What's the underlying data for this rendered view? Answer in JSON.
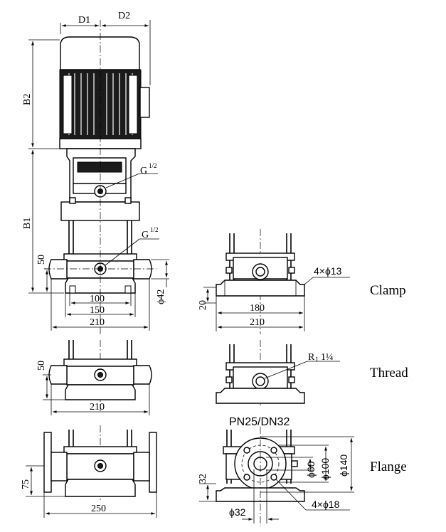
{
  "dimensions": {
    "d1": "D1",
    "d2": "D2",
    "b2": "B2",
    "b1": "B1",
    "g_upper": "G",
    "g_upper_frac": "1/2",
    "g_lower": "G",
    "g_lower_frac": "1/2",
    "h50_a": "50",
    "w100": "100",
    "w150": "150",
    "w210_a": "210",
    "phi42": "ϕ42",
    "h20": "20",
    "w180": "180",
    "w210_b": "210",
    "bolt_clamp": "4×ϕ13",
    "h50_b": "50",
    "w210_c": "210",
    "thread_spec": "R",
    "thread_sub": "1",
    "thread_size": "1¼",
    "flange_std": "PN25/DN32",
    "h75": "75",
    "w250": "250",
    "h32": "32",
    "phi32": "ϕ32",
    "phi60": "ϕ60",
    "phi100": "ϕ100",
    "phi140": "ϕ140",
    "bolt_flange": "4×ϕ18"
  },
  "labels": {
    "clamp": "Clamp",
    "thread": "Thread",
    "flange": "Flange"
  }
}
